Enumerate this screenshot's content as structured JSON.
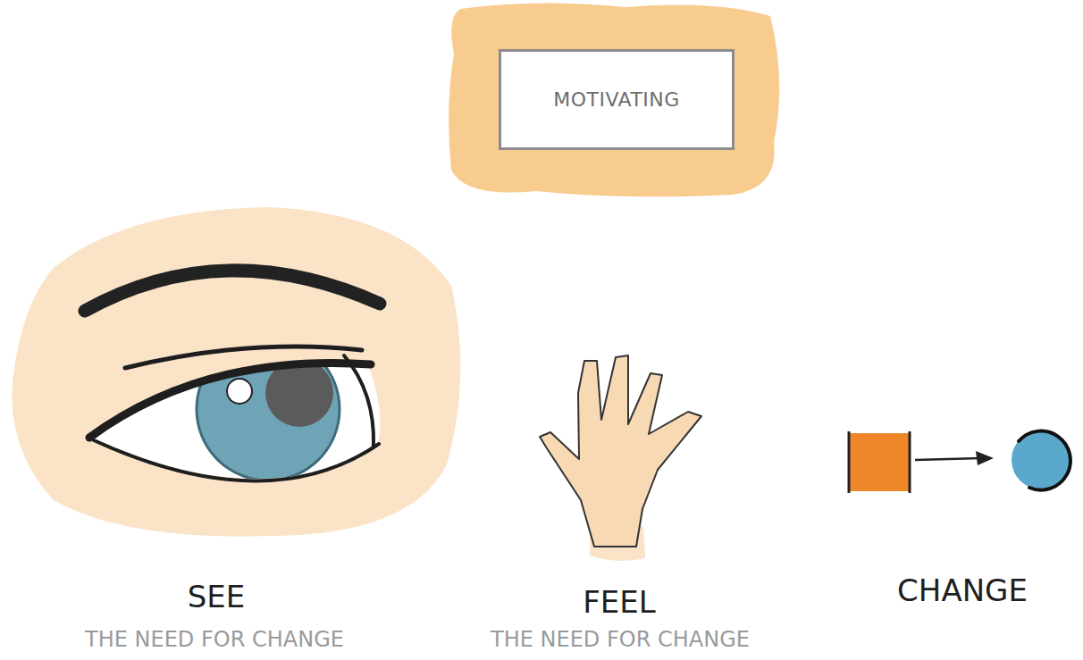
{
  "diagram": {
    "nodes": [
      {
        "text": [
          "MOTIVATING"
        ]
      }
    ],
    "labels": [
      "SEE",
      "THE NEED FOR CHANGE",
      "FEEL",
      "THE NEED FOR CHANGE",
      "CHANGE"
    ]
  }
}
